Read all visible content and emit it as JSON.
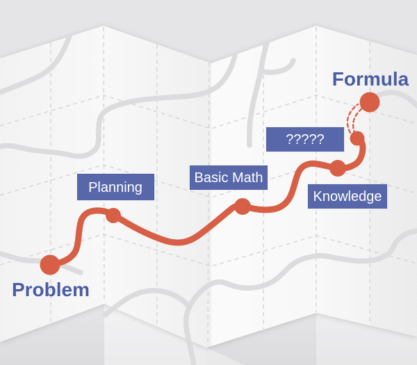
{
  "diagram": {
    "type": "journey-map-illustration",
    "start_label": "Problem",
    "end_label": "Formula",
    "waypoints": [
      {
        "label": "Planning"
      },
      {
        "label": "Basic Math"
      },
      {
        "label": "?????"
      },
      {
        "label": "Knowledge"
      }
    ],
    "colors": {
      "route": "#d75f45",
      "box": "#5767a9",
      "title": "#4a5ca4",
      "road": "#dcdcde",
      "paper": "#f8f8f9",
      "background": "#e5e5e7"
    }
  }
}
